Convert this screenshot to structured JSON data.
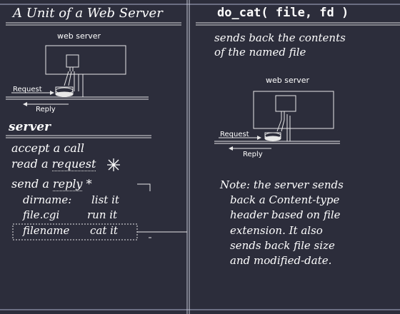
{
  "left": {
    "title": "A Unit of a Web Server",
    "diagram": {
      "label": "web server",
      "request": "Request",
      "reply": "Reply"
    },
    "section_title": "server",
    "lines": {
      "accept": "accept a call",
      "read_prefix": "read a",
      "read_word": "request",
      "read_mark": "*",
      "send_prefix": "send a",
      "send_word": "reply",
      "send_mark": "*"
    },
    "table": [
      {
        "key": "dirname:",
        "action": "list it"
      },
      {
        "key": "file.cgi",
        "action": "run it"
      },
      {
        "key": "filename",
        "action": "cat it"
      }
    ]
  },
  "right": {
    "title": "do_cat( file, fd )",
    "description_lines": [
      "sends back the contents",
      "of the named file"
    ],
    "diagram": {
      "label": "web server",
      "request": "Request",
      "reply": "Reply"
    },
    "note_lines": [
      "Note: the server sends",
      "back a Content-type",
      "header based on file",
      "extension.  It also",
      "sends back file size",
      "and modified-date."
    ]
  }
}
